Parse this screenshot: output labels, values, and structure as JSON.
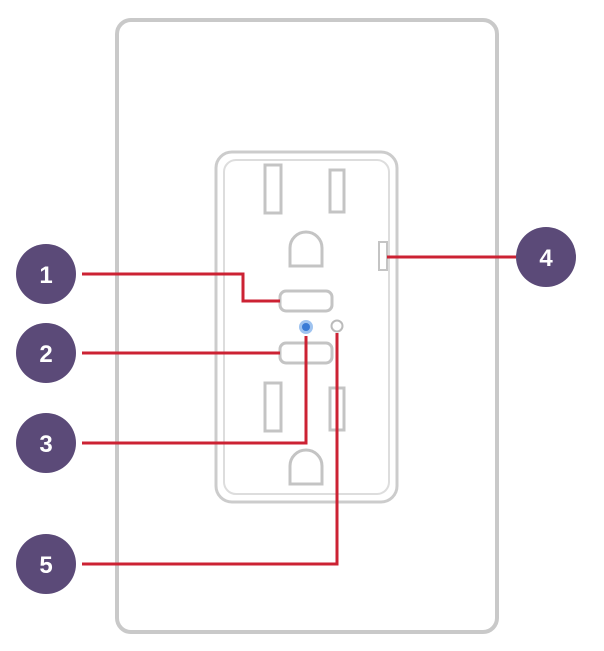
{
  "colors": {
    "plate_outline": "#c9c9c9",
    "outlet_outline": "#cccccc",
    "leader_line": "#cc2233",
    "callout_fill": "#5b4a78",
    "callout_text": "#ffffff",
    "status_led": "#3a7bd5"
  },
  "callouts": [
    {
      "label": "1"
    },
    {
      "label": "2"
    },
    {
      "label": "3"
    },
    {
      "label": "4"
    },
    {
      "label": "5"
    }
  ]
}
